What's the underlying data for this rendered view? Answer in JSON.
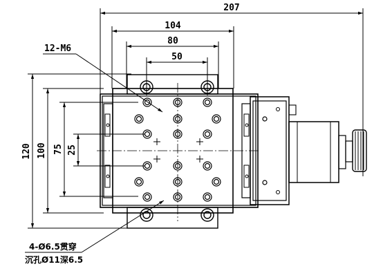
{
  "dimensions": {
    "overall_width": "207",
    "bolt_spacing_outer": "104",
    "bolt_spacing_mid": "80",
    "bolt_spacing_inner": "50",
    "height_outer": "120",
    "height_mid": "100",
    "height_inner": "75",
    "height_center": "25"
  },
  "callouts": {
    "tapped_holes": "12-M6",
    "through_holes_line1": "4-Ø6.5贯穿",
    "through_holes_line2": "沉孔Ø11深6.5"
  }
}
